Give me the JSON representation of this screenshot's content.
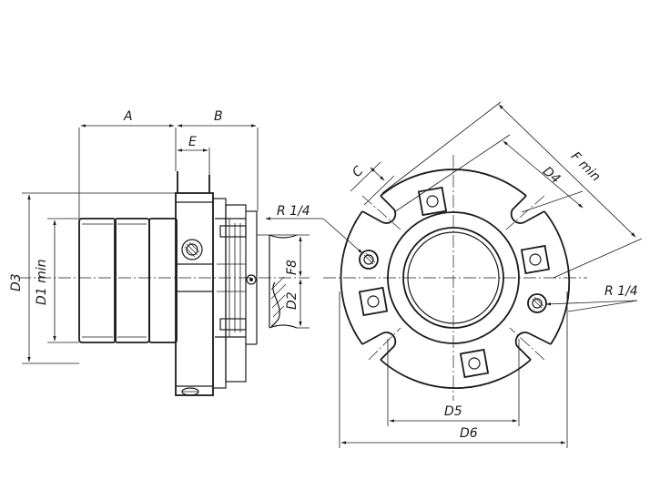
{
  "labels": {
    "A": "A",
    "B": "B",
    "E": "E",
    "D3": "D3",
    "D1min": "D1 min",
    "F8": "F8",
    "D2": "D2",
    "R14_left": "R 1/4",
    "R14_right": "R 1/4",
    "C": "C",
    "D4": "D4",
    "Fmin": "F min",
    "D5": "D5",
    "D6": "D6"
  }
}
